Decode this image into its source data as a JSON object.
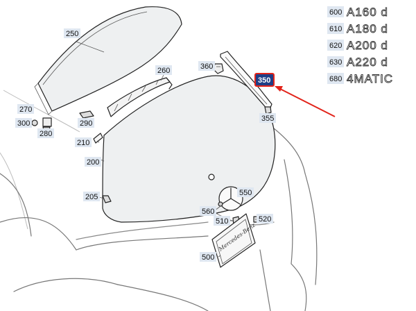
{
  "callouts": [
    {
      "num": "250"
    },
    {
      "num": "260"
    },
    {
      "num": "360"
    },
    {
      "num": "350",
      "highlighted": true
    },
    {
      "num": "355"
    },
    {
      "num": "270"
    },
    {
      "num": "300"
    },
    {
      "num": "280"
    },
    {
      "num": "290"
    },
    {
      "num": "210"
    },
    {
      "num": "200"
    },
    {
      "num": "205"
    },
    {
      "num": "550"
    },
    {
      "num": "560"
    },
    {
      "num": "510"
    },
    {
      "num": "520"
    },
    {
      "num": "500"
    }
  ],
  "variants": [
    {
      "num": "600",
      "model": "A160 d"
    },
    {
      "num": "610",
      "model": "A180 d"
    },
    {
      "num": "620",
      "model": "A200 d"
    },
    {
      "num": "630",
      "model": "A220 d"
    },
    {
      "num": "680",
      "model": "4MATIC"
    }
  ],
  "plate_text": "Mercedes-Benz",
  "colors": {
    "label_bg": "#dfe7f1",
    "highlight_box": "#1f3e86",
    "highlight_border": "#e2231a",
    "arrow": "#e2231a"
  }
}
